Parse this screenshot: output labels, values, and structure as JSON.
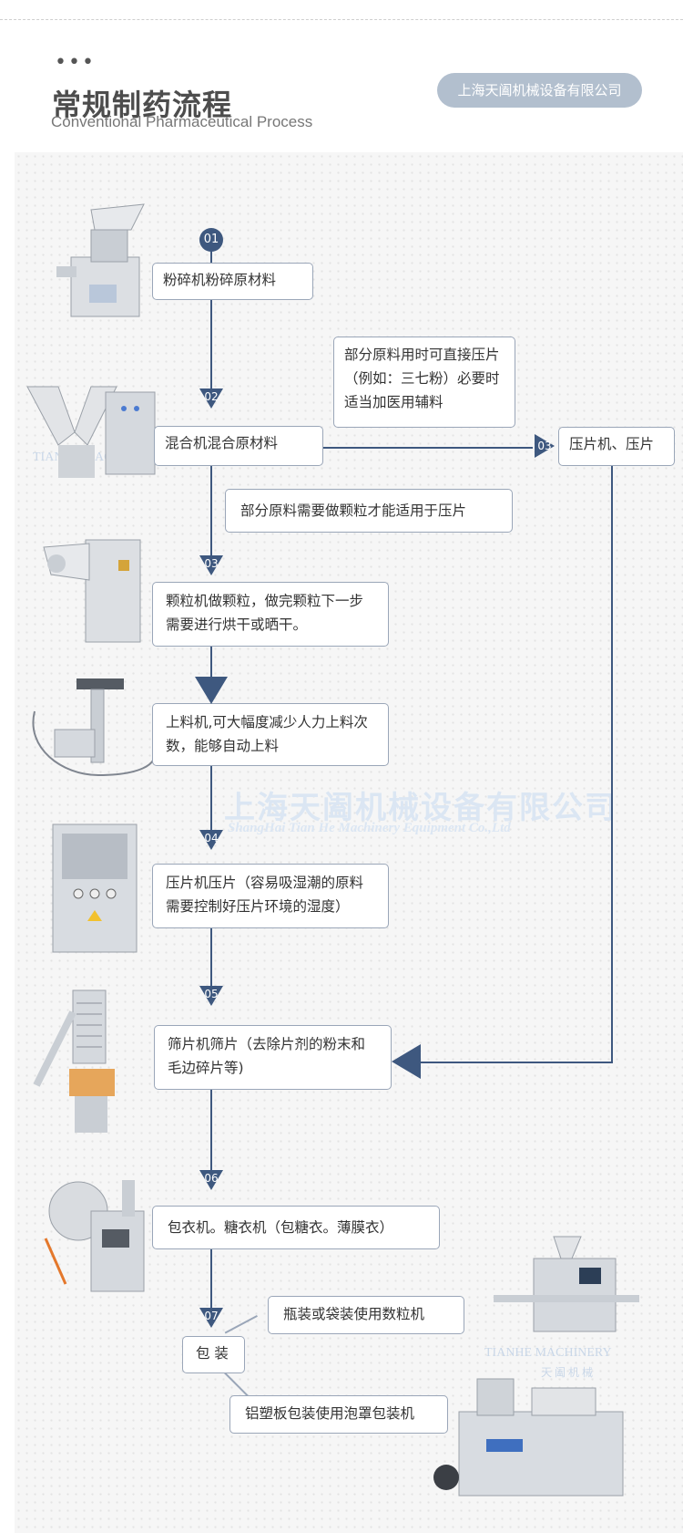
{
  "header": {
    "dots": "•••",
    "title": "常规制药流程",
    "subtitle": "Conventional Pharmaceutical Process",
    "company": "上海天阖机械设备有限公司"
  },
  "watermark": {
    "cn": "上海天阖机械设备有限公司",
    "en": "ShangHai Tian He Machinery Equipment Co.,Ltd",
    "brand1": "TIANHE MACHINERY",
    "brand2": "TIANHE MACHINERY",
    "brand2_cn": "天 阖 机 械"
  },
  "steps": {
    "s01": {
      "num": "01",
      "text": "粉碎机粉碎原材料"
    },
    "s02": {
      "num": "02",
      "text": "混合机混合原材料"
    },
    "s03": {
      "num": "03",
      "text": "颗粒机做颗粒，做完颗粒下一步需要进行烘干或晒干。"
    },
    "feed": {
      "text": "上料机,可大幅度减少人力上料次数，能够自动上料"
    },
    "s04": {
      "num": "04",
      "text": "压片机压片（容易吸湿潮的原料需要控制好压片环境的湿度）"
    },
    "s05": {
      "num": "05",
      "text": "筛片机筛片（去除片剂的粉末和毛边碎片等)"
    },
    "s06": {
      "num": "06",
      "text": "包衣机。糖衣机（包糖衣。薄膜衣）"
    },
    "s07": {
      "num": "07",
      "text": "包 装"
    }
  },
  "notes": {
    "direct": "部分原料用时可直接压片（例如：三七粉）必要时适当加医用辅料",
    "granule": "部分原料需要做颗粒才能适用于压片",
    "bottle": "瓶装或袋装使用数粒机",
    "blister": "铝塑板包装使用泡罩包装机"
  },
  "branch": {
    "num": "03",
    "text": "压片机、压片"
  },
  "colors": {
    "accent": "#3e587f",
    "border": "#9aa6b8",
    "pill": "#b2bfce"
  }
}
